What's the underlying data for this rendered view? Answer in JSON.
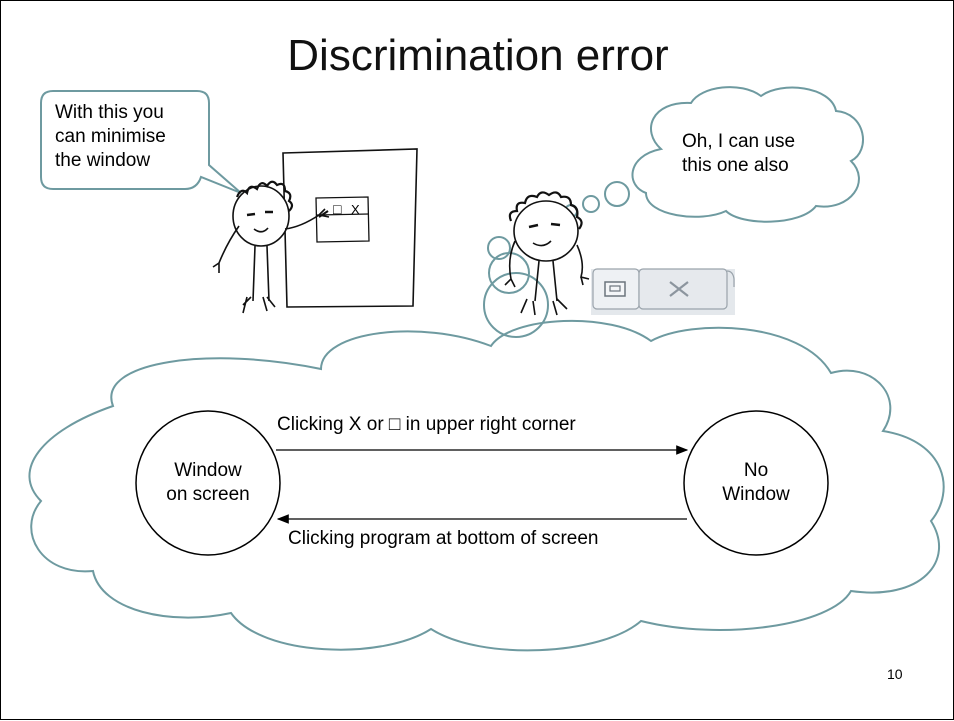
{
  "slide": {
    "title": "Discrimination error",
    "page_number": "10"
  },
  "speech_bubble": {
    "lines": [
      "With this you",
      "can minimise",
      "the window"
    ]
  },
  "thought_bubble": {
    "lines": [
      "Oh, I can use",
      "this one also"
    ]
  },
  "board": {
    "box_symbol": "□",
    "x_symbol": "X"
  },
  "window_buttons": {
    "restore_glyph": "□",
    "close_glyph": "X"
  },
  "diagram": {
    "state_left": {
      "lines": [
        "Window",
        "on screen"
      ]
    },
    "state_right": {
      "lines": [
        "No",
        "Window"
      ]
    },
    "arrow_top_label": "Clicking X or □ in upper right corner",
    "arrow_bottom_label": "Clicking program at bottom of screen"
  },
  "colors": {
    "bubble_stroke": "#6e9aa0",
    "cloud_stroke": "#6e9aa0",
    "text": "#000000"
  }
}
